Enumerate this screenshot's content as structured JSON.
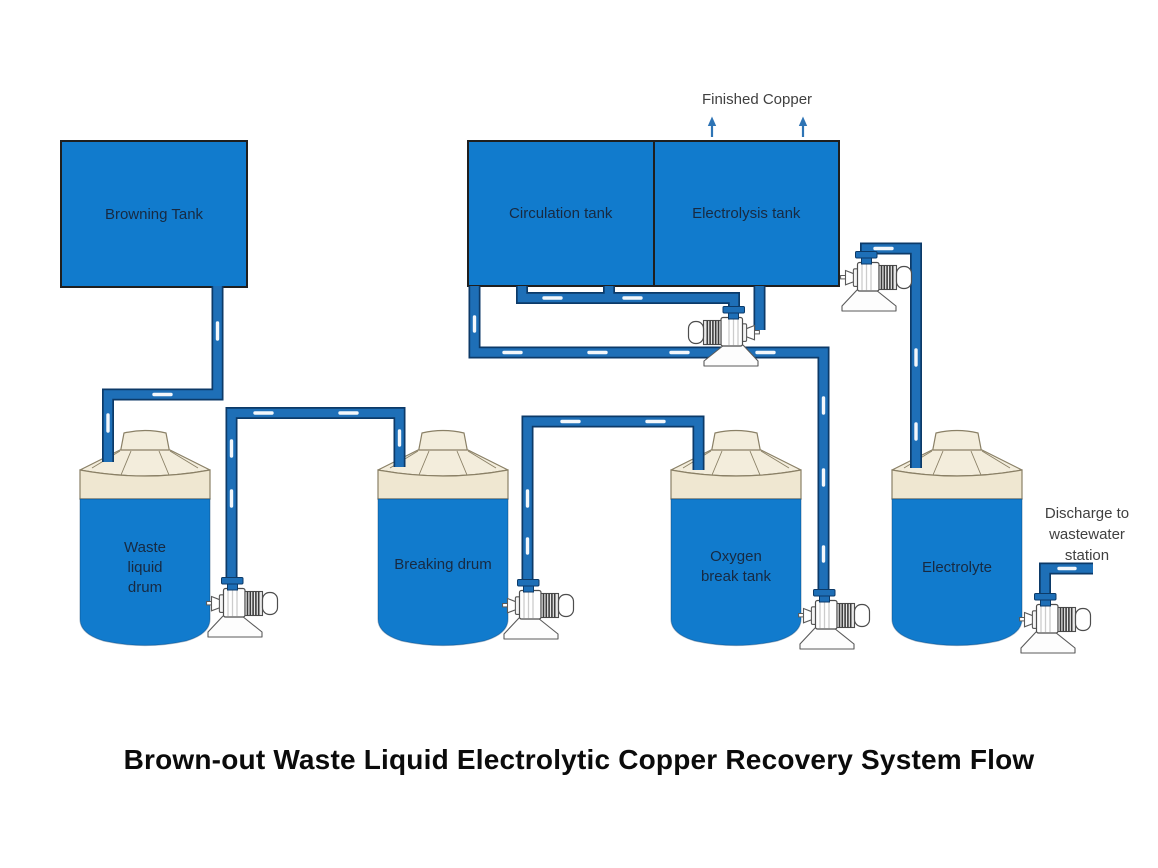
{
  "diagram": {
    "title": "Brown-out Waste Liquid Electrolytic Copper Recovery System Flow",
    "annotations": {
      "finished_copper": "Finished Copper",
      "discharge_lines": [
        "Discharge to",
        "wastewater",
        "station"
      ]
    },
    "tanks": {
      "browning": {
        "label": "Browning Tank"
      },
      "circulation": {
        "label": "Circulation tank"
      },
      "electrolysis": {
        "label": "Electrolysis tank"
      }
    },
    "drums": [
      {
        "id": "waste-liquid-drum",
        "label_lines": [
          "Waste",
          "liquid",
          "drum"
        ]
      },
      {
        "id": "breaking-drum",
        "label_lines": [
          "Breaking drum"
        ]
      },
      {
        "id": "oxygen-break-tank",
        "label_lines": [
          "Oxygen",
          "break tank"
        ]
      },
      {
        "id": "electrolyte-tank",
        "label_lines": [
          "Electrolyte"
        ]
      }
    ],
    "pumps": [
      {
        "name": "waste-liquid-pump-icon"
      },
      {
        "name": "breaking-drum-pump-icon"
      },
      {
        "name": "oxygen-break-pump-icon"
      },
      {
        "name": "electrolyte-discharge-pump-icon"
      },
      {
        "name": "circulation-pump-icon"
      },
      {
        "name": "electrolysis-outlet-pump-icon"
      }
    ],
    "colors": {
      "tank_blue": "#117BCD",
      "pipe_blue": "#1E6FB7",
      "pipe_outline": "#0C3A68",
      "cream": "#F3EDDC",
      "cream_band": "#EFE7D1",
      "cream_outline": "#8A8066",
      "arrow_blue": "#2E74B5",
      "label_dark": "#172A42",
      "annotation_gray": "#404040"
    }
  }
}
